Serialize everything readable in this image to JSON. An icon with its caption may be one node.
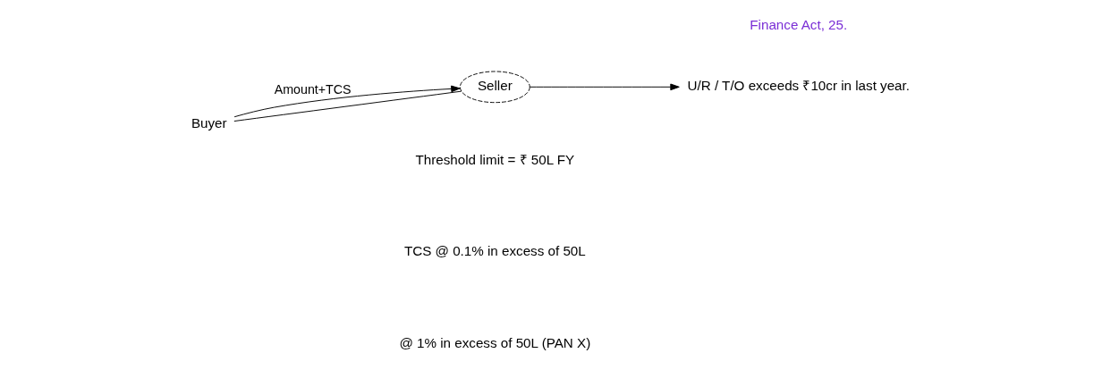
{
  "diagram": {
    "nodes": [
      {
        "text": [
          "Buyer"
        ]
      },
      {
        "text": [
          "Seller"
        ]
      },
      {
        "text": [
          "U/R / T/O exceeds ₹10cr in last year."
        ]
      }
    ],
    "edges": [
      {
        "from": 0,
        "to": 1,
        "arrow": "to",
        "label": "Amount+TCS"
      },
      {
        "from": 0,
        "to": 1,
        "arrow": "none"
      },
      {
        "from": 1,
        "to": 2,
        "arrow": "to"
      }
    ],
    "labels": [
      "Finance Act, 25.",
      "Threshold limit = ₹ 50L FY",
      "TCS @ 0.1% in excess of 50L",
      "@ 1% in excess of 50L (PAN X)"
    ]
  }
}
